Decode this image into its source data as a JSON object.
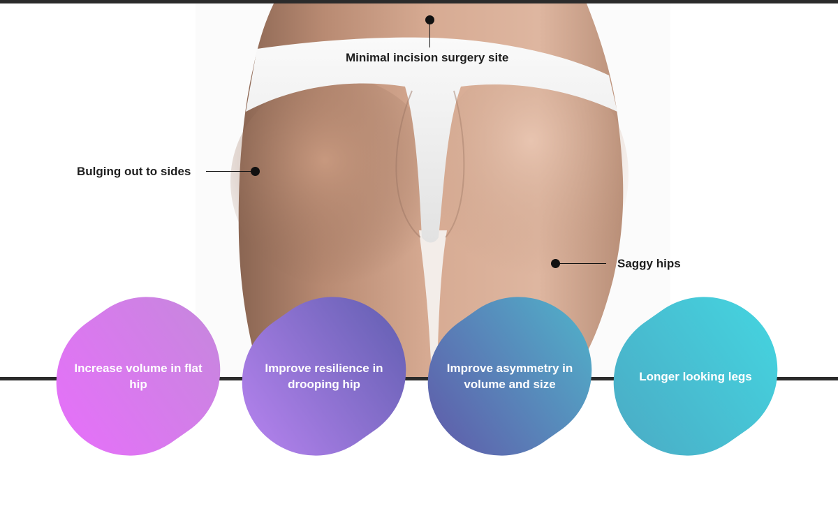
{
  "callouts": {
    "incision": "Minimal incision surgery site",
    "sides": "Bulging out to sides",
    "saggy": "Saggy hips"
  },
  "benefits": [
    {
      "label": "Increase volume in flat hip",
      "color_from": "#e372f7",
      "color_to": "#c985e0"
    },
    {
      "label": "Improve resilience in drooping hip",
      "color_from": "#ad7fe8",
      "color_to": "#6b63b8"
    },
    {
      "label": "Improve asymmetry in volume and size",
      "color_from": "#5e64ad",
      "color_to": "#52a8c6"
    },
    {
      "label": "Longer looking legs",
      "color_from": "#4ab0c8",
      "color_to": "#45d0dd"
    }
  ],
  "colors": {
    "rule": "#2b2b2b",
    "skin": "#c79a82",
    "underwear": "#f2f2f2"
  }
}
